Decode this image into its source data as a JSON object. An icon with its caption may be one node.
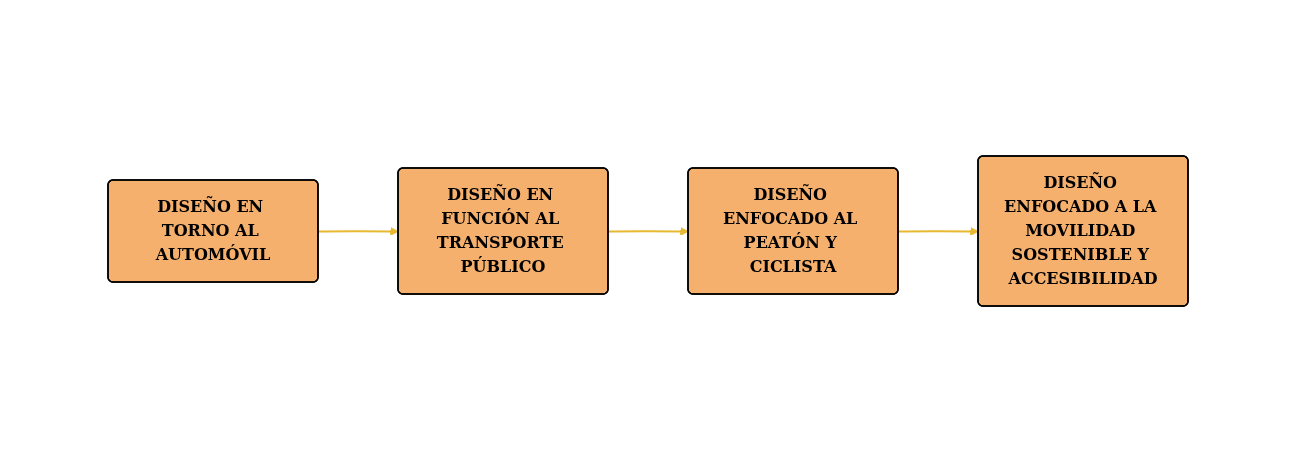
{
  "diagram": {
    "nodes": [
      {
        "text": [
          "DISEÑO EN TORNO AL AUTOMÓVIL"
        ]
      },
      {
        "text": [
          "DISEÑO EN FUNCIÓN AL TRANSPORTE PÚBLICO"
        ]
      },
      {
        "text": [
          "DISEÑO ENFOCADO AL PEATÓN Y CICLISTA"
        ]
      },
      {
        "text": [
          "DISEÑO ENFOCADO A LA MOVILIDAD SOSTENIBLE Y ACCESIBILIDAD"
        ]
      }
    ],
    "edges": [
      {
        "from": 0,
        "to": 1,
        "arrow": "to"
      },
      {
        "from": 1,
        "to": 2,
        "arrow": "to"
      },
      {
        "from": 2,
        "to": 3,
        "arrow": "to"
      }
    ]
  }
}
